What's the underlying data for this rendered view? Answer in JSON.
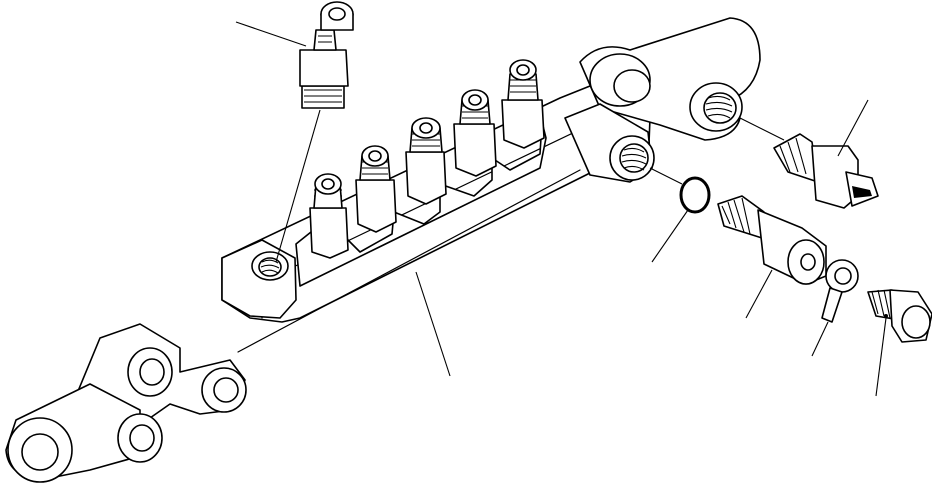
{
  "figure": {
    "kind": "exploded-parts-drawing",
    "colors": {
      "line": "#000000",
      "background": "#ffffff"
    },
    "parts": [
      {
        "id": "bleeder-screw",
        "name": "bleeder-screw-top"
      },
      {
        "id": "pressure-sensor",
        "name": "pressure-sensor"
      },
      {
        "id": "common-rail",
        "name": "common-rail-body"
      },
      {
        "id": "o-ring",
        "name": "o-ring"
      },
      {
        "id": "pressure-limiter",
        "name": "pressure-limiter"
      },
      {
        "id": "washer",
        "name": "washer"
      },
      {
        "id": "banjo-bolt",
        "name": "banjo-bolt"
      }
    ],
    "callouts": [
      {
        "part": "bleeder-screw"
      },
      {
        "part": "pressure-sensor"
      },
      {
        "part": "common-rail"
      },
      {
        "part": "o-ring"
      },
      {
        "part": "pressure-limiter"
      },
      {
        "part": "washer"
      },
      {
        "part": "banjo-bolt"
      }
    ]
  }
}
